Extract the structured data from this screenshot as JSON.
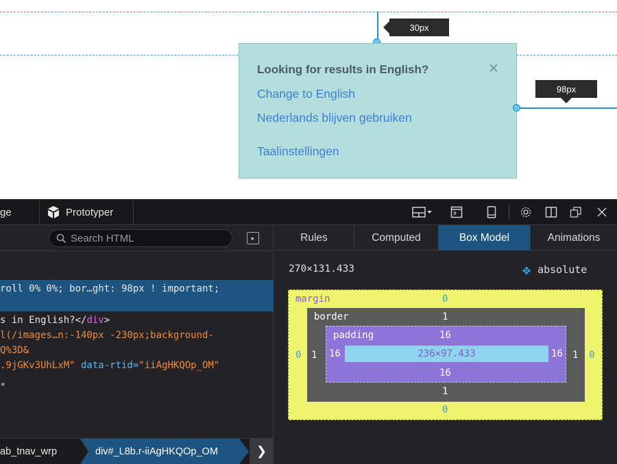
{
  "page": {
    "popup": {
      "title": "Looking for results in English?",
      "close_icon": "close-icon",
      "link_change": "Change to English",
      "link_keep": "Nederlands blijven gebruiken",
      "link_settings": "Taalinstellingen"
    },
    "rulers": {
      "top_offset": "30px",
      "right_offset": "98px"
    }
  },
  "devtools": {
    "toolbar": {
      "tabs": [
        {
          "label": "ge"
        },
        {
          "label": "Prototyper",
          "icon": "prototyper-icon"
        }
      ],
      "icons": [
        "layout-icon",
        "split-console-icon",
        "responsive-icon",
        "settings-icon",
        "dock-side-icon",
        "undock-icon",
        "close-icon"
      ]
    },
    "html_pane": {
      "search_placeholder": "Search HTML",
      "lines": [
        {
          "parts": [
            {
              "t": "roll 0% 0%; bor…ght: 98px ! important;",
              "c": "text"
            }
          ]
        },
        {
          "parts": [
            {
              "t": "s in English?</",
              "c": "text"
            },
            {
              "t": "div",
              "c": "tag"
            },
            {
              "t": ">",
              "c": "text"
            }
          ]
        },
        {
          "parts": [
            {
              "t": "l(/images…n:-140px -230px;background-",
              "c": "str"
            }
          ]
        },
        {
          "parts": [
            {
              "t": "Q%3D&",
              "c": "str"
            }
          ]
        },
        {
          "parts": [
            {
              "t": ".9jGKv3UhLxM\"",
              "c": "str"
            },
            {
              "t": " data-rtid=",
              "c": "attr"
            },
            {
              "t": "\"iiAgHKQOp_OM\"",
              "c": "str"
            }
          ]
        },
        {
          "parts": [
            {
              "t": "\"",
              "c": "text"
            }
          ]
        }
      ],
      "breadcrumb": [
        "ab_tnav_wrp",
        "div#_L8b.r-iiAgHKQOp_OM"
      ]
    },
    "side_pane": {
      "tabs": [
        "Rules",
        "Computed",
        "Box Model",
        "Animations"
      ],
      "active_tab": "Box Model",
      "dimensions": "270×131.433",
      "position": "absolute",
      "box_model": {
        "margin_label": "margin",
        "border_label": "border",
        "padding_label": "padding",
        "margin": {
          "top": "0",
          "right": "0",
          "bottom": "0",
          "left": "0"
        },
        "border": {
          "top": "1",
          "right": "1",
          "bottom": "1",
          "left": "1"
        },
        "padding": {
          "top": "16",
          "right": "16",
          "bottom": "16",
          "left": "16"
        },
        "content": "236×97.433"
      }
    }
  }
}
